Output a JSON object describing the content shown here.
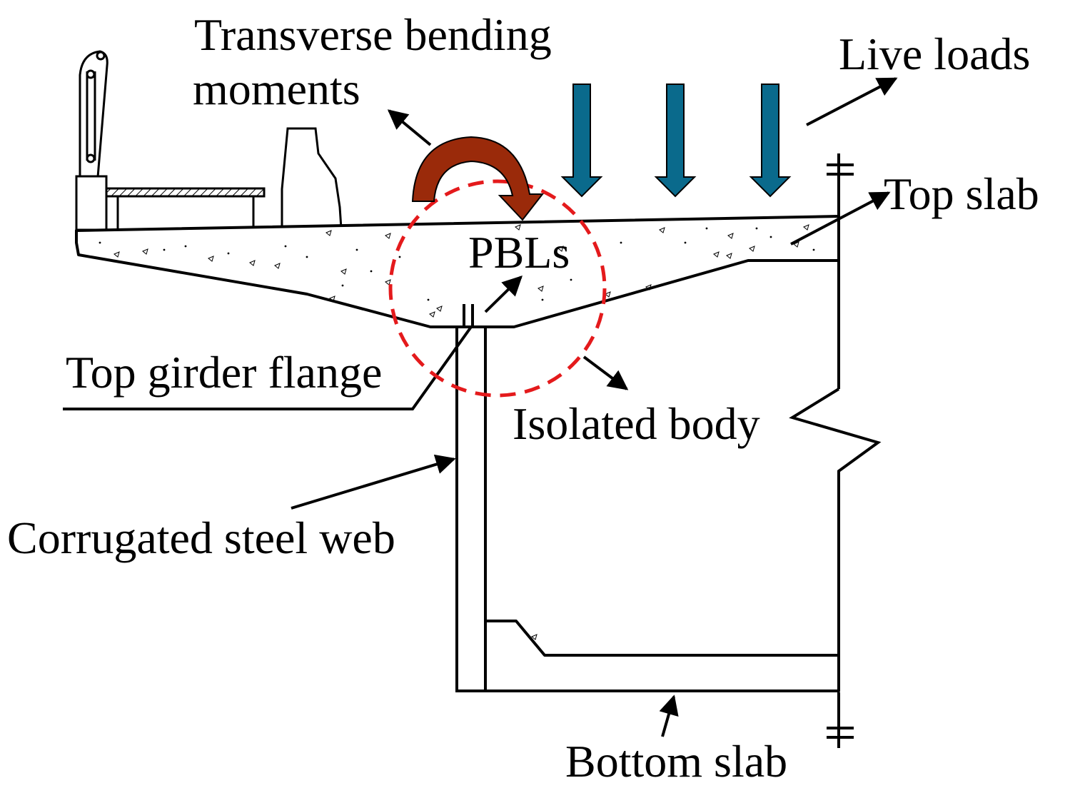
{
  "labels": {
    "transverse_line1": "Transverse bending",
    "transverse_line2": "moments",
    "live_loads": "Live loads",
    "top_slab": "Top slab",
    "pbls": "PBLs",
    "top_girder_flange": "Top girder flange",
    "isolated_body": "Isolated body",
    "corrugated_steel_web": "Corrugated steel web",
    "bottom_slab": "Bottom slab"
  },
  "colors": {
    "load_arrow": "#0a6a8c",
    "moment_arrow": "#9a2a0a",
    "isolated_circle": "#e41a1c",
    "line": "#000000"
  },
  "load_arrow_count": 3
}
